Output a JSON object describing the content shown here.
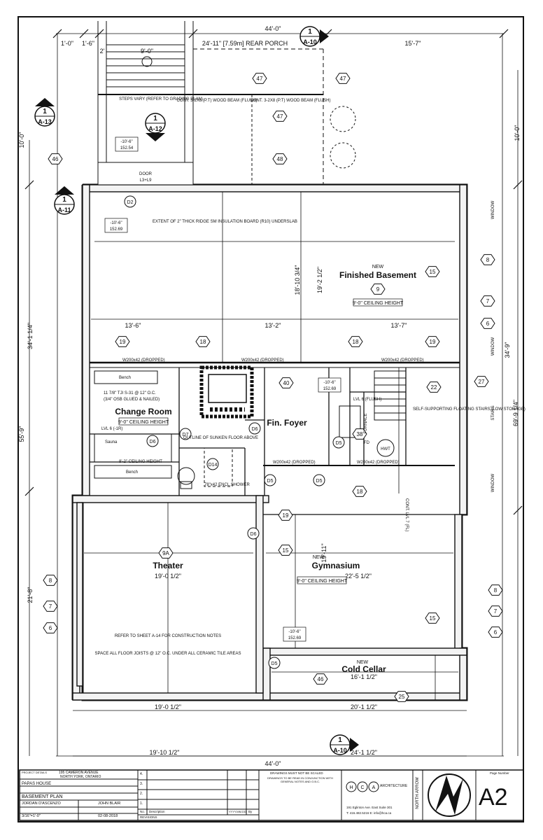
{
  "overall_dims": {
    "top_width": "44'-0\"",
    "bottom_width": "44'-0\"",
    "rear_porch": "24'-11\" [7.59m] REAR PORCH",
    "top_left_a": "1'-0\"",
    "top_left_b": "1'-6\"",
    "top_left_c": "2'",
    "top_right": "15'-7\"",
    "porch_stairs_width": "9'-0\"",
    "left_total": "55'-9\"",
    "left_upper": "34'-1 1/4\"",
    "left_lower": "21'-8\"",
    "left_top": "10'-0\"",
    "right_top": "10'-0\"",
    "right_total": "69'-9 1/4\"",
    "right_mid": "34'-9\"",
    "bottom_a": "19'-10 1/2\"",
    "bottom_b": "24'-1 1/2\"",
    "bottom_c": "19'-0 1/2\"",
    "bottom_d": "20'-1 1/2\""
  },
  "rooms": [
    {
      "name": "Finished Basement",
      "prefix": "NEW",
      "ceiling": "9'-0\" CEILING HEIGHT",
      "dim_a": "18'-10 3/4\"",
      "dim_b": "19'-2 1/2\""
    },
    {
      "name": "Change Room",
      "ceiling": "9'-0\" CEILING HEIGHT"
    },
    {
      "name": "Fin. Foyer"
    },
    {
      "name": "Theater",
      "dim_a": "19'-0 1/2\""
    },
    {
      "name": "Gymnasium",
      "prefix": "NEW",
      "ceiling": "9'-0\" CEILING HEIGHT",
      "dim_a": "22'-5 1/2\"",
      "dim_b": "19'-11\""
    },
    {
      "name": "Cold Cellar",
      "prefix": "NEW",
      "dim_a": "16'-1 1/2\""
    }
  ],
  "horizontal_dims": {
    "basement_left": "13'-6\"",
    "basement_mid": "13'-2\"",
    "basement_right": "13'-7\""
  },
  "notes": {
    "steps": "STEPS VARY (REFER TO GRADING PLAN)",
    "beam_a": "CONT. 3-2X8 (P.T) WOOD BEAM (FLUSH)",
    "beam_b": "CONT. 3-2X8 (P.T) WOOD BEAM (FLUSH)",
    "door": "DOOR",
    "door_lintel": "L3+L9",
    "insulation": "EXTENT OF 2\" THICK RIDGE SM INSULATION BOARD (R10) UNDERSLAB",
    "beam_w200": "W200x42 (DROPPED)",
    "joist_a": "11 7/8\" TJI S-31 @ 12\" O.C.",
    "joist_a2": "(3/4\" OSB GLUED & NAILED)",
    "bench": "Bench",
    "sauna": "Sauna",
    "lvl_minus": "LVL 6 (-1R)",
    "ceiling_8": "8'-2\" CEILING HEIGHT",
    "sunken": "OUTLINE OF SUNKEN FLOOR ABOVE",
    "shower": "78\"x42 ENCL.SHOWER",
    "stairs": "SELF-SUPPORTING FLOATING STAIRS (LOW STORAGE)",
    "lvl_flush": "LVL 6 (FLUSH)",
    "furnace": "FURNACE",
    "hwt": "HWT",
    "fd": "FD",
    "cont_lvl": "CONT. LVL 7 (FL)",
    "refer": "REFER TO SHEET A-14 FOR CONSTRUCTION NOTES",
    "space": "SPACE ALL FLOOR JOISTS @ 12\" O.C. UNDER ALL CERAMIC TILE AREAS",
    "elev_a": "-10'-6\"",
    "elev_a_val": "152.54",
    "elev_b_val": "152.69",
    "elev_c_val": "152.69",
    "elev_d_val": "152.69",
    "window": "WINDOW",
    "stairs_v": "STAIRS"
  },
  "door_tags": [
    "D2",
    "D6",
    "D7",
    "D14",
    "D6",
    "D5",
    "D5",
    "D5",
    "D5",
    "D6"
  ],
  "section_refs": [
    "A-10",
    "A-13",
    "A-12",
    "A-11",
    "A-10"
  ],
  "hex_tags": [
    "47",
    "47",
    "47",
    "46",
    "48",
    "15",
    "8",
    "7",
    "6",
    "9",
    "19",
    "18",
    "18",
    "19",
    "27",
    "22",
    "40",
    "38",
    "18",
    "19",
    "15",
    "9A",
    "15",
    "8",
    "7",
    "6",
    "8",
    "7",
    "6",
    "25",
    "46"
  ],
  "title_block": {
    "project_label": "PROJECT DETAILS",
    "address_1": "195 CAMERON AVENUE",
    "address_2": "NORTH YORK, ONTARIO",
    "project": "PAPAS HOUSE",
    "drawing": "BASEMENT PLAN",
    "drawn_by": "JORDAN D'ASCENZO",
    "checked_by": "JOHN BLAIR",
    "scale": "3/16\"=1'-0\"",
    "date": "02-08-2018",
    "rev_nos": [
      "4.",
      "3.",
      "2.",
      "1."
    ],
    "rev_no_label": "No.",
    "rev_desc_label": "Description",
    "rev_date_label": "YYYY.MM.DD",
    "rev_by_label": "By",
    "revisions_label": "REVISIONS",
    "scaled_note": "DRAWINGS MUST NOT BE SCALED",
    "read_note": "DRAWINGS TO BE READ IN CONJUNCTION WITH GENERAL NOTES AND O.B.C.",
    "firm": "ARCHITECTURE",
    "firm_letters": "H C A",
    "firm_address": "191 Eglinton Ave. East Suite 301",
    "firm_contact": "T: 416.482.5216  E: info@hca.ca",
    "north": "NORTH ARROW",
    "page_label": "Page Number",
    "page": "A2"
  }
}
